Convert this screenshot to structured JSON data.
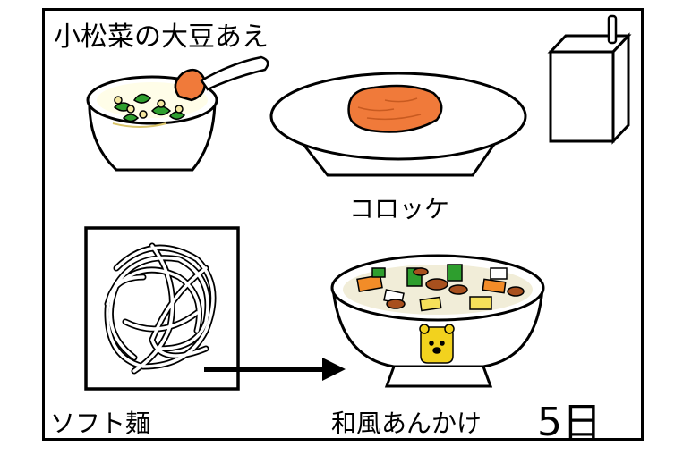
{
  "menu": {
    "side_dish": "小松菜の大豆あえ",
    "main_dish": "コロッケ",
    "noodle": "ソフト麺",
    "soup": "和風あんかけ",
    "date": "5日"
  },
  "colors": {
    "ink": "#000000",
    "korokke": "#f07a3a",
    "greens": "#2e9e2e",
    "soup_broth": "#f1edd8",
    "carrot": "#f28c28",
    "mushroom": "#a8501e",
    "badge": "#f2d21e"
  }
}
